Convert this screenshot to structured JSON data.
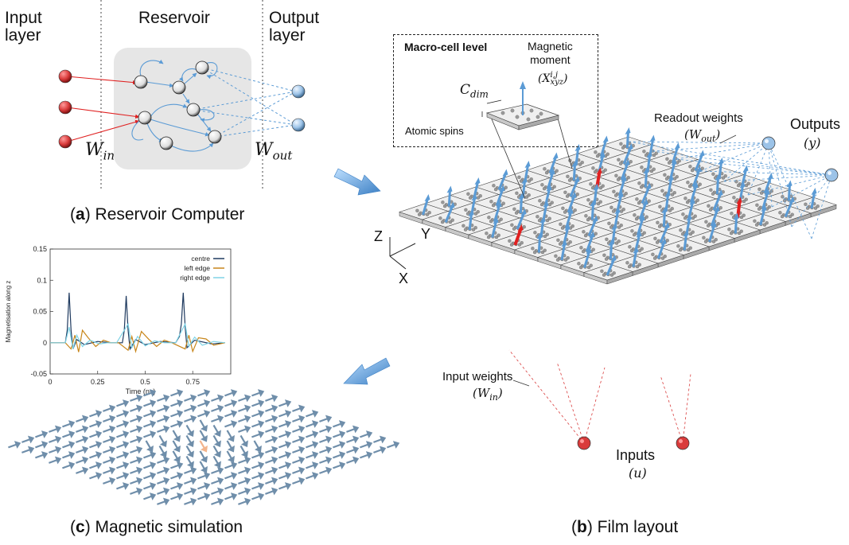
{
  "panel_a": {
    "input_layer": "Input\nlayer",
    "reservoir": "Reservoir",
    "output_layer": "Output\nlayer",
    "w_in": "W",
    "w_in_sub": "in",
    "w_out": "W",
    "w_out_sub": "out",
    "caption_letter": "a",
    "caption_text": " Reservoir Computer"
  },
  "panel_b": {
    "macro_title": "Macro-cell level",
    "magnetic_moment": "Magnetic\nmoment",
    "moment_symbol": "(X",
    "moment_sup": "i,j",
    "moment_sub": "xyz",
    "moment_close": ")",
    "cdim": "C",
    "cdim_sub": "dim",
    "atomic_spins": "Atomic spins",
    "readout_weights": "Readout weights",
    "readout_symbol": "(W",
    "readout_sub": "out",
    "outputs": "Outputs",
    "outputs_symbol": "(y)",
    "input_weights": "Input weights",
    "input_weights_symbol": "(W",
    "input_weights_sub": "in",
    "inputs": "Inputs",
    "inputs_symbol": "(u)",
    "axis_z": "Z",
    "axis_y": "Y",
    "axis_x": "X",
    "caption_letter": "b",
    "caption_text": " Film layout"
  },
  "panel_c": {
    "caption_letter": "c",
    "caption_text": " Magnetic simulation"
  },
  "chart_data": {
    "type": "line",
    "title": "",
    "xlabel": "Time (ns)",
    "ylabel": "Magnetisation along z",
    "xlim": [
      0,
      0.95
    ],
    "ylim": [
      -0.05,
      0.15
    ],
    "xticks": [
      "0",
      "0.25",
      "0.5",
      "0.75"
    ],
    "yticks": [
      "-0.05",
      "0",
      "0.05",
      "0.1",
      "0.15"
    ],
    "legend_position": "top-right",
    "series": [
      {
        "name": "centre",
        "color": "#1f3a5f",
        "x": [
          0,
          0.08,
          0.09,
          0.1,
          0.11,
          0.12,
          0.14,
          0.18,
          0.25,
          0.32,
          0.38,
          0.39,
          0.4,
          0.41,
          0.42,
          0.45,
          0.5,
          0.58,
          0.66,
          0.68,
          0.69,
          0.7,
          0.71,
          0.72,
          0.76,
          0.85,
          0.92
        ],
        "y": [
          0,
          0,
          0.02,
          0.08,
          0.02,
          -0.01,
          0.005,
          -0.003,
          0.002,
          0,
          0,
          0.02,
          0.075,
          0.02,
          -0.01,
          0.005,
          -0.003,
          0.002,
          0,
          0.01,
          0.03,
          0.08,
          0.025,
          -0.008,
          0.004,
          -0.002,
          0
        ]
      },
      {
        "name": "left edge",
        "color": "#c8861a",
        "x": [
          0,
          0.08,
          0.11,
          0.13,
          0.15,
          0.17,
          0.2,
          0.24,
          0.28,
          0.32,
          0.36,
          0.41,
          0.43,
          0.45,
          0.48,
          0.52,
          0.56,
          0.6,
          0.64,
          0.71,
          0.73,
          0.75,
          0.78,
          0.82,
          0.86,
          0.92
        ],
        "y": [
          0,
          0,
          -0.01,
          0.012,
          -0.015,
          0.02,
          0.008,
          -0.006,
          0.004,
          0,
          0,
          -0.012,
          0.01,
          -0.014,
          0.018,
          0.005,
          -0.006,
          0.004,
          0,
          -0.01,
          0.012,
          -0.014,
          0.008,
          0.006,
          -0.004,
          0
        ]
      },
      {
        "name": "right edge",
        "color": "#7fd3e6",
        "x": [
          0,
          0.08,
          0.1,
          0.12,
          0.14,
          0.17,
          0.21,
          0.26,
          0.3,
          0.35,
          0.39,
          0.41,
          0.43,
          0.46,
          0.5,
          0.55,
          0.6,
          0.66,
          0.69,
          0.71,
          0.73,
          0.76,
          0.8,
          0.86,
          0.92
        ],
        "y": [
          0,
          0,
          0.025,
          -0.01,
          0.012,
          -0.006,
          0.004,
          -0.002,
          0,
          0,
          0.02,
          0.03,
          -0.008,
          0.01,
          -0.005,
          0.003,
          0,
          0,
          0.018,
          0.03,
          -0.006,
          0.009,
          -0.004,
          0.002,
          0
        ]
      }
    ]
  },
  "colors": {
    "input_node": "#d93b3b",
    "output_node": "#9cc3e8",
    "arrow_blue": "#5b9bd5",
    "arrow_red": "#e02020",
    "reservoir_bg": "#e6e6e6"
  }
}
